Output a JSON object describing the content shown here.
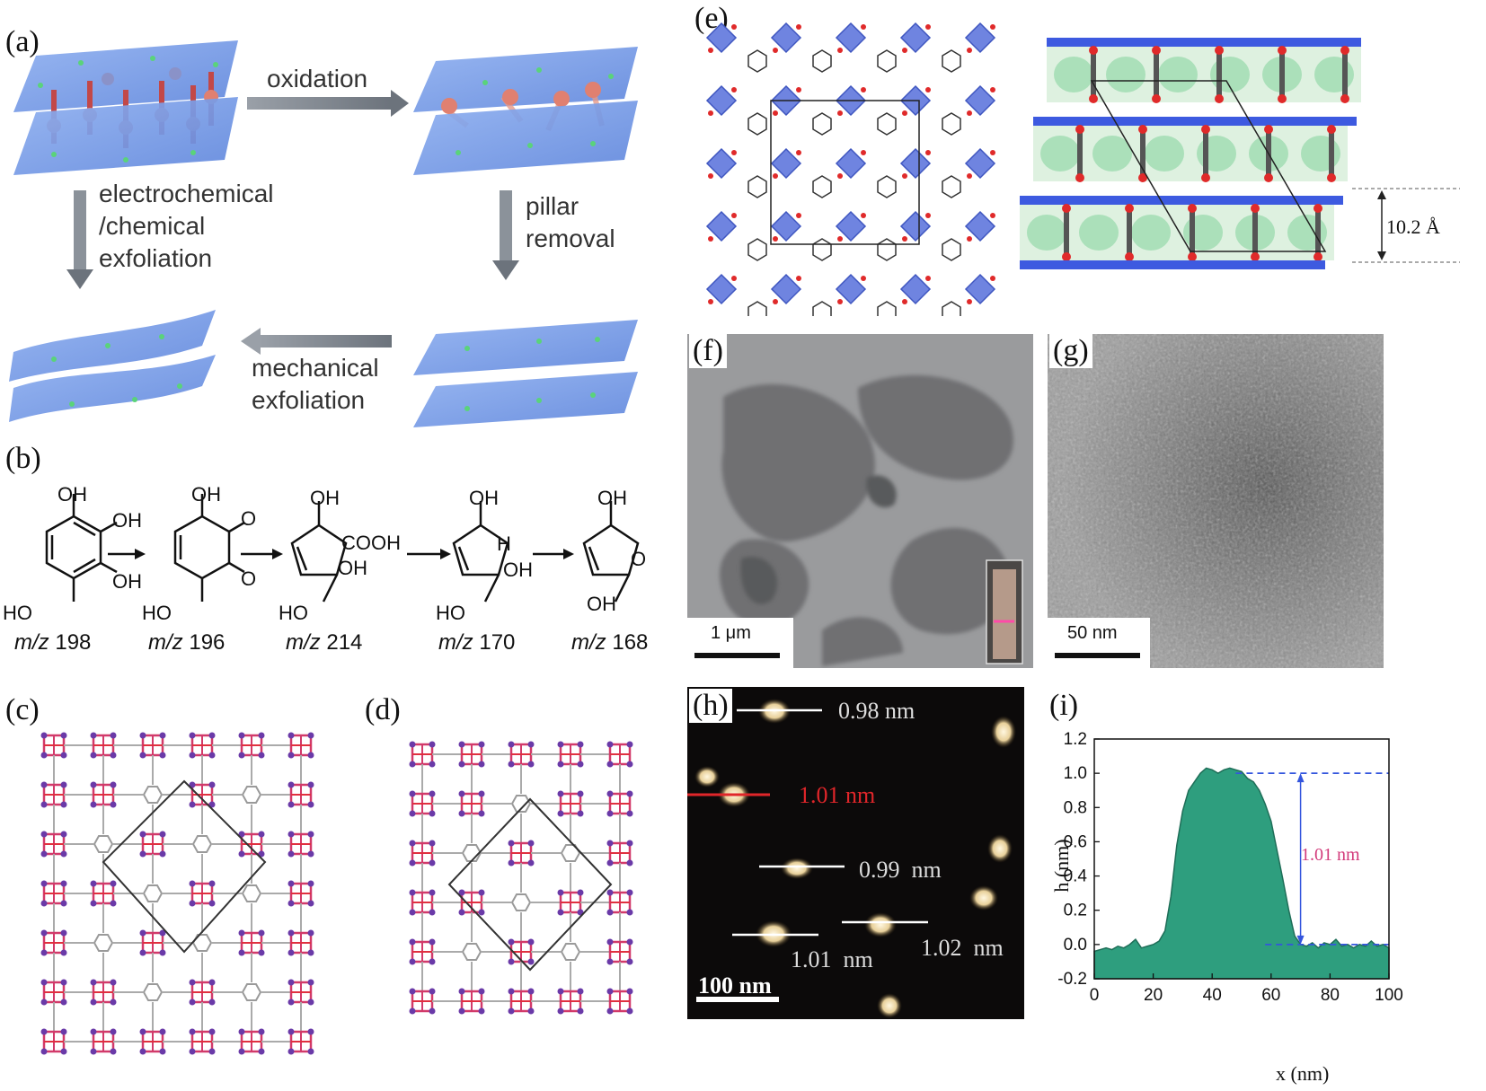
{
  "panels": {
    "a": {
      "label": "(a)",
      "oxidation": "oxidation",
      "electrochem": [
        "electrochemical",
        "/chemical",
        "exfoliation"
      ],
      "pillar": [
        "pillar",
        "removal"
      ],
      "mechanical": [
        "mechanical",
        "exfoliation"
      ]
    },
    "b": {
      "label": "(b)",
      "mz_prefix": "m/z",
      "molecules": [
        {
          "mz": "198"
        },
        {
          "mz": "196"
        },
        {
          "mz": "214"
        },
        {
          "mz": "170"
        },
        {
          "mz": "168"
        }
      ],
      "groups": {
        "cooh_oh": "OH",
        "oh": "OH",
        "ho": "HO",
        "o": "O",
        "cooh": "COOH",
        "h": "H"
      }
    },
    "c": {
      "label": "(c)"
    },
    "d": {
      "label": "(d)"
    },
    "e": {
      "label": "(e)",
      "spacing": "10.2 Å"
    },
    "f": {
      "label": "(f)",
      "scale": "1 μm"
    },
    "g": {
      "label": "(g)",
      "scale": "50 nm"
    },
    "h": {
      "label": "(h)",
      "scale": "100 nm",
      "heights": [
        "0.98 nm",
        "1.01 nm",
        "0.99  nm",
        "1.01  nm",
        "1.02  nm"
      ]
    },
    "i": {
      "label": "(i)",
      "annotation": "1.01 nm"
    }
  },
  "chart_data": {
    "type": "area",
    "title": "",
    "xlabel": "x (nm)",
    "ylabel": "h (nm)",
    "xlim": [
      0,
      100
    ],
    "ylim": [
      -0.2,
      1.2
    ],
    "xticks": [
      0,
      20,
      40,
      60,
      80,
      100
    ],
    "yticks": [
      -0.2,
      0.0,
      0.2,
      0.4,
      0.6,
      0.8,
      1.0,
      1.2
    ],
    "x": [
      0,
      2,
      4,
      6,
      8,
      10,
      12,
      14,
      16,
      18,
      20,
      22,
      24,
      26,
      28,
      30,
      32,
      34,
      36,
      38,
      40,
      42,
      44,
      46,
      48,
      50,
      52,
      54,
      56,
      58,
      60,
      62,
      64,
      66,
      68,
      70,
      72,
      74,
      76,
      78,
      80,
      82,
      84,
      86,
      88,
      90,
      92,
      94,
      96,
      98,
      100
    ],
    "y": [
      -0.04,
      -0.03,
      -0.02,
      -0.03,
      -0.01,
      -0.02,
      0.0,
      0.03,
      -0.02,
      -0.01,
      0.0,
      0.02,
      0.08,
      0.28,
      0.58,
      0.78,
      0.9,
      0.95,
      1.0,
      1.03,
      1.02,
      1.0,
      1.02,
      1.03,
      1.02,
      1.01,
      0.97,
      0.95,
      0.9,
      0.82,
      0.72,
      0.55,
      0.38,
      0.2,
      0.05,
      0.0,
      -0.01,
      0.01,
      -0.02,
      0.01,
      0.0,
      0.03,
      -0.01,
      0.0,
      -0.02,
      0.0,
      -0.01,
      0.02,
      -0.01,
      0.0,
      -0.02
    ],
    "color": "#2e9e7e",
    "reference_lines": [
      1.0,
      0.0
    ]
  }
}
